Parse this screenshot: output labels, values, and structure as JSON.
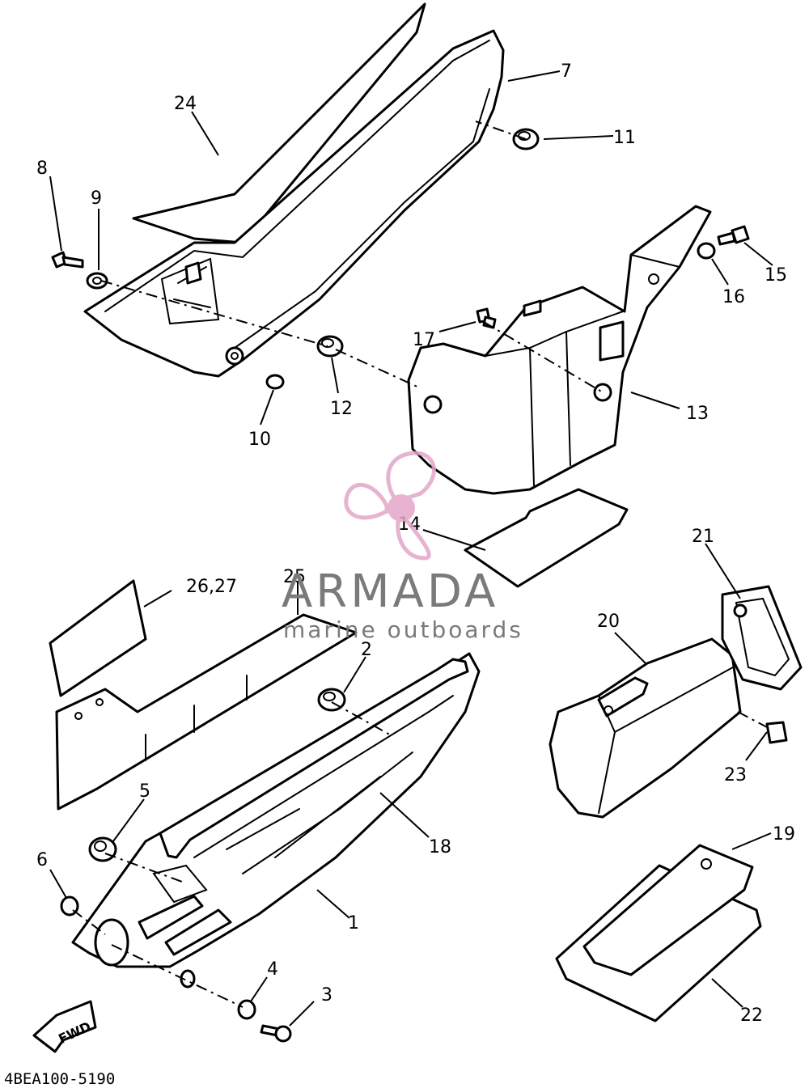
{
  "diagram_code": "4BEA100-5190",
  "fwd_label": "FWD",
  "watermark": {
    "brand": "ARMADA",
    "tagline": "marine outboards",
    "logo_color": "#e3a6c8",
    "text_color": "#7a7a7a"
  },
  "callouts": {
    "c1": "1",
    "c2": "2",
    "c3": "3",
    "c4": "4",
    "c5": "5",
    "c6": "6",
    "c7": "7",
    "c8": "8",
    "c9": "9",
    "c10": "10",
    "c11": "11",
    "c12": "12",
    "c13": "13",
    "c14": "14",
    "c15": "15",
    "c16": "16",
    "c17": "17",
    "c18": "18",
    "c19": "19",
    "c20": "20",
    "c21": "21",
    "c22": "22",
    "c23": "23",
    "c24": "24",
    "c25": "25",
    "c26_27": "26,27"
  }
}
